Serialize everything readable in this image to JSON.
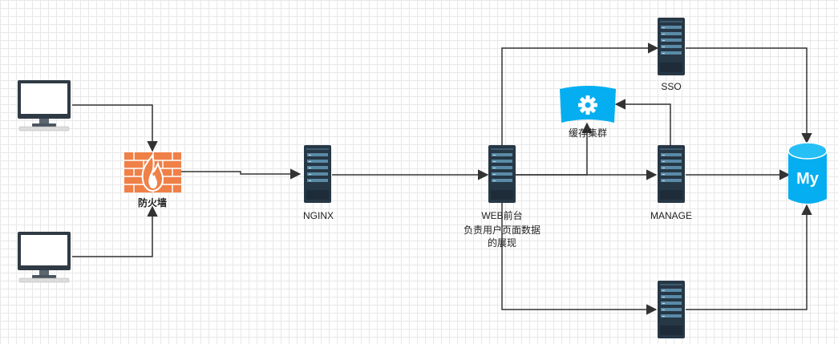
{
  "nodes": {
    "firewall": "防火墙",
    "nginx": "NGINX",
    "web_title": "WEB前台",
    "web_desc_line1": "负责用户页面数据",
    "web_desc_line2": "的展现",
    "cache": "缓存集群",
    "sso": "SSO",
    "manage": "MANAGE",
    "mysql_logo": "My"
  },
  "colors": {
    "firewall": "#ef8047",
    "cache": "#05aef0",
    "mysql": "#05aef0",
    "server": "#263745",
    "edge": "#333333"
  }
}
